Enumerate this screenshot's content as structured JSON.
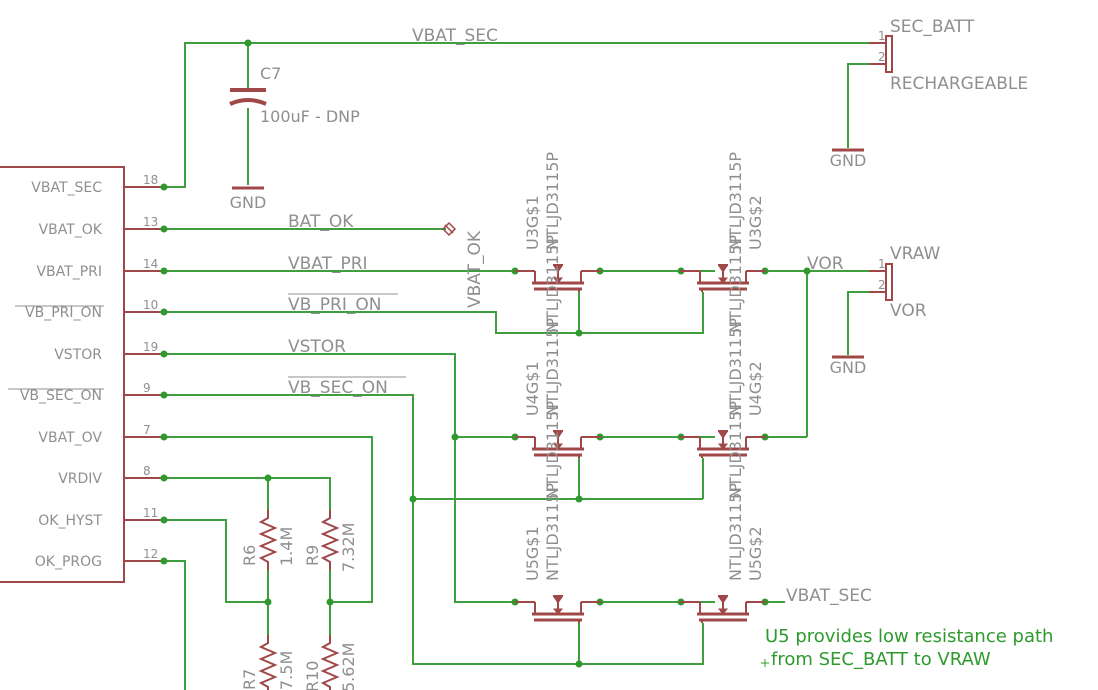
{
  "ic": {
    "pins": [
      {
        "name": "VBAT_SEC",
        "num": "18"
      },
      {
        "name": "VBAT_OK",
        "num": "13"
      },
      {
        "name": "VBAT_PRI",
        "num": "14"
      },
      {
        "name": "VB_PRI_ON",
        "num": "10"
      },
      {
        "name": "VSTOR",
        "num": "19"
      },
      {
        "name": "VB_SEC_ON",
        "num": "9"
      },
      {
        "name": "VBAT_OV",
        "num": "7"
      },
      {
        "name": "VRDIV",
        "num": "8"
      },
      {
        "name": "OK_HYST",
        "num": "11"
      },
      {
        "name": "OK_PROG",
        "num": "12"
      }
    ]
  },
  "nets": {
    "vbat_sec_top": "VBAT_SEC",
    "bat_ok": "BAT_OK",
    "vbat_ok": "VBAT_OK",
    "vbat_pri": "VBAT_PRI",
    "vb_pri_on": "VB_PRI_ON",
    "vstor": "VSTOR",
    "vb_sec_on": "VB_SEC_ON",
    "vor": "VOR",
    "vbat_sec_out": "VBAT_SEC"
  },
  "capacitor": {
    "ref": "C7",
    "value": "100uF - DNP",
    "gnd": "GND"
  },
  "connectors": [
    {
      "pin1_num": "1",
      "pin1_label": "SEC_BATT",
      "pin2_num": "2",
      "pin2_label": "RECHARGEABLE",
      "gnd": "GND"
    },
    {
      "pin1_num": "1",
      "pin1_label": "VRAW",
      "pin2_num": "2",
      "pin2_label": "VOR",
      "gnd": "GND"
    }
  ],
  "mosfets": [
    {
      "ref": "U3G$1",
      "part": "NTLJD3115P"
    },
    {
      "ref": "U3G$2",
      "part": "NTLJD3115P"
    },
    {
      "ref": "U4G$1",
      "part": "NTLJD3115P"
    },
    {
      "ref": "U4G$2",
      "part": "NTLJD3115P"
    },
    {
      "ref": "U5G$1",
      "part": "NTLJD3115P"
    },
    {
      "ref": "U5G$2",
      "part": "NTLJD3115P"
    }
  ],
  "resistors": [
    {
      "ref": "R6",
      "value": "1.4M"
    },
    {
      "ref": "R9",
      "value": "7.32M"
    },
    {
      "ref": "R7",
      "value": "7.5M"
    },
    {
      "ref": "R10",
      "value": "5.62M"
    }
  ],
  "note": {
    "line1": "U5 provides low resistance path",
    "line2": "from SEC_BATT to VRAW"
  }
}
